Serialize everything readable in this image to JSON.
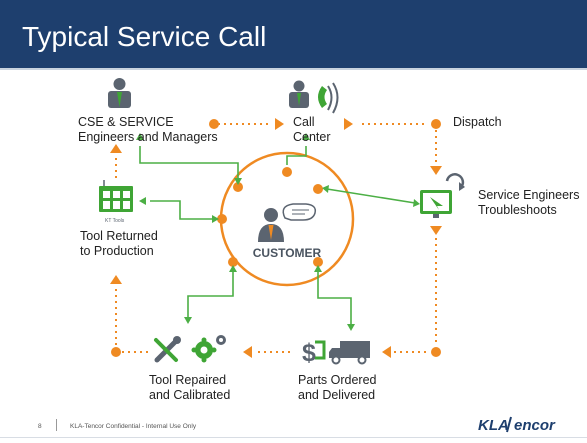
{
  "title": "Typical Service Call",
  "nodes": {
    "cse": {
      "line1": "CSE & SERVICE",
      "line2": "Engineers and Managers"
    },
    "call_center": {
      "line1": "Call",
      "line2": "Center"
    },
    "dispatch": {
      "label": "Dispatch"
    },
    "service_engineers": {
      "line1": "Service Engineers",
      "line2": "Troubleshoots"
    },
    "parts": {
      "line1": "Parts Ordered",
      "line2": "and Delivered"
    },
    "repaired": {
      "line1": "Tool Repaired",
      "line2": "and Calibrated"
    },
    "returned": {
      "line1": "Tool Returned",
      "line2": "to Production"
    },
    "customer": {
      "label": "CUSTOMER"
    },
    "kt_tools": {
      "label": "KT Tools"
    }
  },
  "footer": {
    "page_number": "8",
    "confidential": "KLA-Tencor Confidential - Internal Use Only",
    "logo": "KLA Tencor"
  },
  "colors": {
    "banner": "#1e3f6e",
    "orange": "#ef8a22",
    "green": "#4caf45",
    "icon_gray": "#5b6470",
    "icon_green": "#3fa535"
  }
}
